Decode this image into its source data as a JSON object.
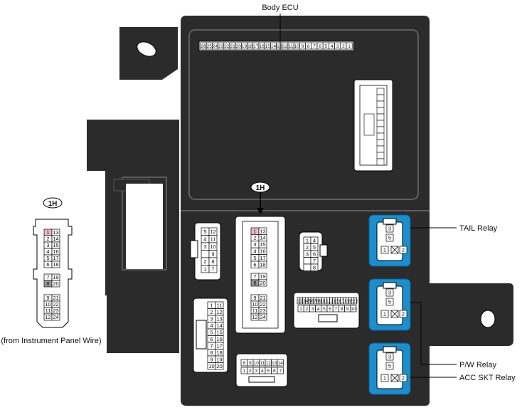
{
  "labels": {
    "body_ecu": "Body ECU",
    "tail_relay": "TAIL Relay",
    "pw_relay": "P/W Relay",
    "acc_relay": "ACC SKT Relay",
    "from_wire": "(from Instrument Panel Wire)",
    "connector_tag": "1H"
  },
  "ecu_strip": [
    "26",
    "25",
    "24",
    "23",
    "22",
    "21",
    "20",
    "19",
    "18",
    "17",
    "16",
    "15",
    "14",
    "13",
    "12",
    "11",
    "10",
    "9",
    "8",
    "7",
    "6",
    "5",
    "4",
    "3",
    "2",
    "1"
  ],
  "relay_pins": {
    "top": "3",
    "mid": "5",
    "left": "1",
    "right": "2"
  },
  "connector_1h": {
    "upper": [
      [
        "1",
        "13"
      ],
      [
        "2",
        "14"
      ],
      [
        "3",
        "15"
      ],
      [
        "4",
        "16"
      ],
      [
        "5",
        "17"
      ],
      [
        "6",
        "18"
      ]
    ],
    "middle": [
      [
        "7",
        "19"
      ],
      [
        "8",
        "20"
      ]
    ],
    "lower": [
      [
        "9",
        "21"
      ],
      [
        "10",
        "22"
      ],
      [
        "11",
        "23"
      ],
      [
        "12",
        "24"
      ]
    ]
  },
  "conn_a": [
    [
      "5",
      "12"
    ],
    [
      "4",
      "11"
    ],
    [
      "3",
      "10"
    ],
    [
      "",
      "9"
    ],
    [
      "2",
      "8"
    ],
    [
      "1",
      "7"
    ]
  ],
  "conn_b": [
    [
      "1",
      "4"
    ],
    [
      "2",
      "5"
    ],
    [
      "3",
      "6"
    ],
    [
      "",
      "7"
    ],
    [
      "",
      "8"
    ]
  ],
  "conn_c": [
    [
      "1",
      "11"
    ],
    [
      "2",
      "12"
    ],
    [
      "3",
      "13"
    ],
    [
      "4",
      "14"
    ],
    [
      "5",
      "15"
    ],
    [
      "6",
      "16"
    ],
    [
      "7",
      "17"
    ],
    [
      "8",
      "18"
    ],
    [
      "9",
      "19"
    ],
    [
      "10",
      "20"
    ]
  ],
  "conn_d": {
    "top": [
      "1",
      "2",
      "3",
      "4",
      "5",
      "6",
      "7",
      "8",
      "9",
      "10",
      "11",
      "12",
      "13",
      "14",
      "15",
      "16",
      "17",
      "18",
      "19",
      "20",
      "21",
      "22"
    ],
    "bottom": [
      "1",
      "2",
      "3",
      "4",
      "5",
      "6",
      "7",
      "8",
      "9",
      "10"
    ]
  },
  "conn_e": {
    "top": [
      "8",
      "9",
      "10",
      "11",
      "12",
      "13",
      "14"
    ],
    "bottom": [
      "1",
      "2",
      "3",
      "4",
      "5",
      "6",
      "7"
    ]
  },
  "colors": {
    "housing": "#2b2b2b",
    "relay_fill": "#1a8fd0",
    "highlight_pin": "#f4b6c2",
    "gray_pin": "#9a9a9a"
  }
}
